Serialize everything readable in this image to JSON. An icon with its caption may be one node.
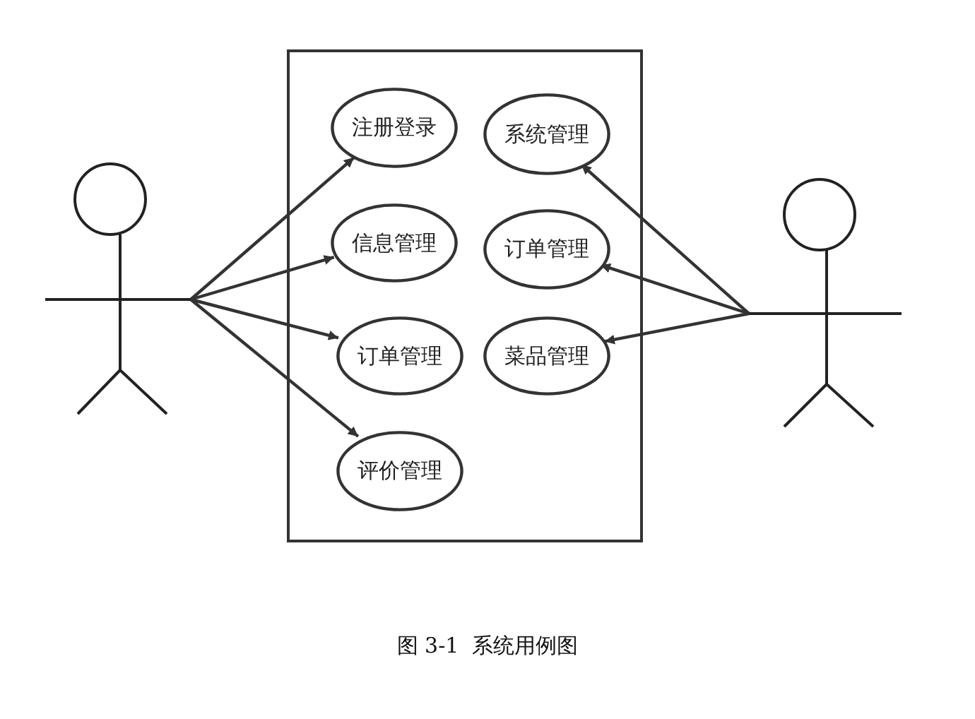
{
  "diagram": {
    "caption": "图 3-1  系统用例图",
    "nodes": [
      {
        "text": [],
        "shape": "box"
      },
      {
        "text": [],
        "shape": "person"
      },
      {
        "text": [
          "注册登录"
        ],
        "in": 0
      },
      {
        "text": [
          "系统管理"
        ],
        "in": 0
      },
      {
        "text": [
          "信息管理"
        ],
        "in": 0
      },
      {
        "text": [
          "订单管理"
        ],
        "in": 0
      },
      {
        "text": [
          "订单管理"
        ],
        "in": 0
      },
      {
        "text": [
          "菜品管理"
        ],
        "in": 0
      },
      {
        "text": [
          "评价管理"
        ],
        "in": 0
      },
      {
        "text": [],
        "shape": "person"
      }
    ],
    "edges": [
      {
        "from": 1,
        "to": 2,
        "arrow": "to"
      },
      {
        "from": 1,
        "to": 4,
        "arrow": "to"
      },
      {
        "from": 1,
        "to": 6,
        "arrow": "to"
      },
      {
        "from": 1,
        "to": 8,
        "arrow": "to"
      },
      {
        "from": 9,
        "to": 3,
        "arrow": "to"
      },
      {
        "from": 9,
        "to": 5,
        "arrow": "to"
      },
      {
        "from": 9,
        "to": 7,
        "arrow": "to"
      }
    ]
  }
}
